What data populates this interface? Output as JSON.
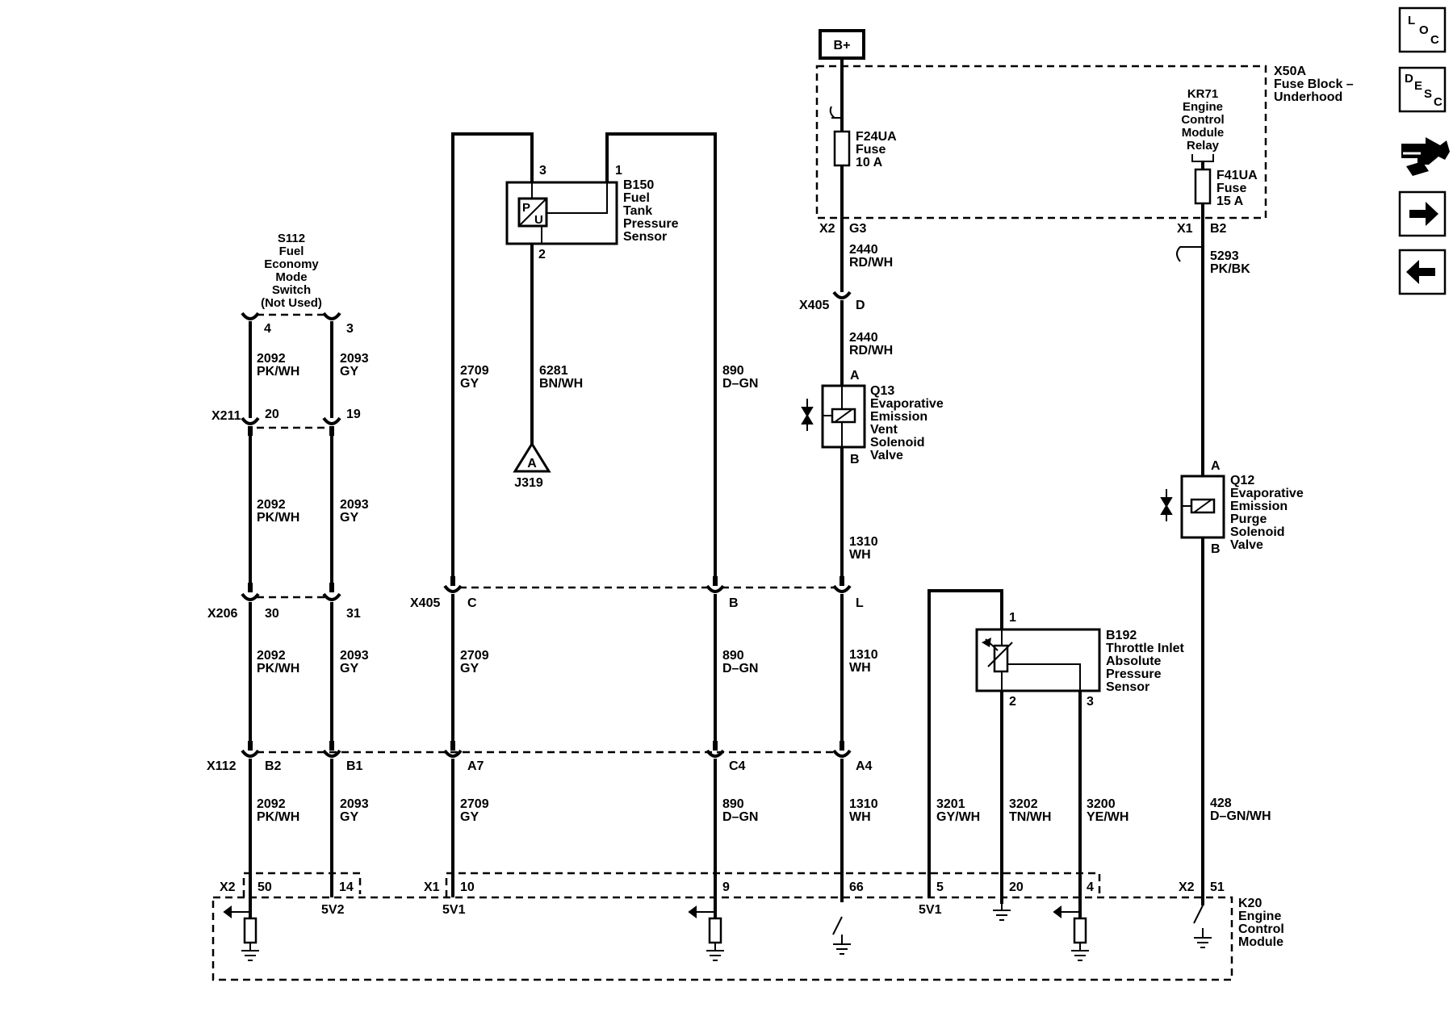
{
  "power": {
    "label": "B+"
  },
  "fuse_block": {
    "id": "X50A",
    "name_l1": "Fuse Block –",
    "name_l2": "Underhood"
  },
  "relay": {
    "l1": "KR71",
    "l2": "Engine",
    "l3": "Control",
    "l4": "Module",
    "l5": "Relay"
  },
  "fuse_f24": {
    "l1": "F24UA",
    "l2": "Fuse",
    "l3": "10 A"
  },
  "fuse_f41": {
    "l1": "F41UA",
    "l2": "Fuse",
    "l3": "15 A"
  },
  "connectors": {
    "x2_g3": "X2",
    "g3": "G3",
    "x1_b2": "X1",
    "b2": "B2",
    "x405_d": "X405",
    "d": "D",
    "x211": "X211",
    "p20": "20",
    "p19": "19",
    "x206": "X206",
    "p30": "30",
    "p31": "31",
    "x405": "X405",
    "c": "C",
    "b": "B",
    "l": "L",
    "x112": "X112",
    "pb2": "B2",
    "pb1": "B1",
    "a7": "A7",
    "c4": "C4",
    "a4": "A4",
    "x2_ecm": "X2",
    "p50": "50",
    "p14": "14",
    "x1_ecm": "X1",
    "p10": "10",
    "p9": "9",
    "p66": "66",
    "p5": "5",
    "p20b": "20",
    "p4": "4",
    "x2_51": "X2",
    "p51": "51",
    "s112_p4": "4",
    "s112_p3": "3"
  },
  "wires": {
    "w2440a": {
      "num": "2440",
      "color": "RD/WH"
    },
    "w2440b": {
      "num": "2440",
      "color": "RD/WH"
    },
    "w5293": {
      "num": "5293",
      "color": "PK/BK"
    },
    "w1310a": {
      "num": "1310",
      "color": "WH"
    },
    "w1310b": {
      "num": "1310",
      "color": "WH"
    },
    "w1310c": {
      "num": "1310",
      "color": "WH"
    },
    "w2092a": {
      "num": "2092",
      "color": "PK/WH"
    },
    "w2093a": {
      "num": "2093",
      "color": "GY"
    },
    "w2092b": {
      "num": "2092",
      "color": "PK/WH"
    },
    "w2093b": {
      "num": "2093",
      "color": "GY"
    },
    "w2092c": {
      "num": "2092",
      "color": "PK/WH"
    },
    "w2093c": {
      "num": "2093",
      "color": "GY"
    },
    "w2092d": {
      "num": "2092",
      "color": "PK/WH"
    },
    "w2093d": {
      "num": "2093",
      "color": "GY"
    },
    "w2709a": {
      "num": "2709",
      "color": "GY"
    },
    "w2709b": {
      "num": "2709",
      "color": "GY"
    },
    "w2709c": {
      "num": "2709",
      "color": "GY"
    },
    "w6281": {
      "num": "6281",
      "color": "BN/WH"
    },
    "w890a": {
      "num": "890",
      "color": "D–GN"
    },
    "w890b": {
      "num": "890",
      "color": "D–GN"
    },
    "w890c": {
      "num": "890",
      "color": "D–GN"
    },
    "w3201": {
      "num": "3201",
      "color": "GY/WH"
    },
    "w3202": {
      "num": "3202",
      "color": "TN/WH"
    },
    "w3200": {
      "num": "3200",
      "color": "YE/WH"
    },
    "w428": {
      "num": "428",
      "color": "D–GN/WH"
    }
  },
  "s112": {
    "l1": "S112",
    "l2": "Fuel",
    "l3": "Economy",
    "l4": "Mode",
    "l5": "Switch",
    "l6": "(Not Used)"
  },
  "b150": {
    "l1": "B150",
    "l2": "Fuel",
    "l3": "Tank",
    "l4": "Pressure",
    "l5": "Sensor",
    "p3": "3",
    "p1": "1",
    "p2": "2",
    "pu_p": "P",
    "pu_u": "U"
  },
  "j319": {
    "label": "J319",
    "letter": "A"
  },
  "q13": {
    "l1": "Q13",
    "l2": "Evaporative",
    "l3": "Emission",
    "l4": "Vent",
    "l5": "Solenoid",
    "l6": "Valve",
    "pa": "A",
    "pb": "B"
  },
  "q12": {
    "l1": "Q12",
    "l2": "Evaporative",
    "l3": "Emission",
    "l4": "Purge",
    "l5": "Solenoid",
    "l6": "Valve",
    "pa": "A",
    "pb": "B"
  },
  "b192": {
    "l1": "B192",
    "l2": "Throttle Inlet",
    "l3": "Absolute",
    "l4": "Pressure",
    "l5": "Sensor",
    "p1": "1",
    "p2": "2",
    "p3": "3"
  },
  "ecm": {
    "l1": "K20",
    "l2": "Engine",
    "l3": "Control",
    "l4": "Module",
    "v5v2": "5V2",
    "v5v1a": "5V1",
    "v5v1b": "5V1"
  },
  "nav": {
    "loc": {
      "a": "L",
      "b": "O",
      "c": "C"
    },
    "desc": {
      "a": "D",
      "b": "E",
      "c": "S",
      "d": "C"
    }
  }
}
